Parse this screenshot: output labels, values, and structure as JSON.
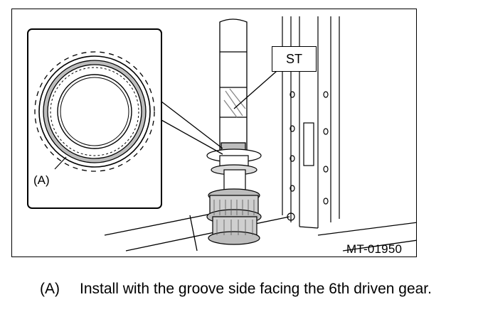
{
  "figure": {
    "st_label": "ST",
    "a_label": "(A)",
    "figure_id": "MT-01950"
  },
  "caption": {
    "marker": "(A)",
    "text": "Install with the groove side facing the 6th driven gear."
  },
  "colors": {
    "ink": "#000000",
    "paper": "#ffffff",
    "shade": "#bdbdbd"
  }
}
